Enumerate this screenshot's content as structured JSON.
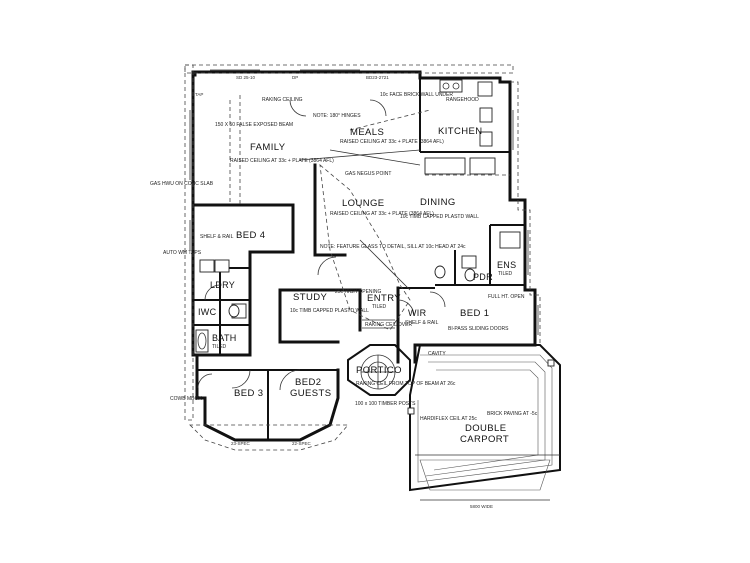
{
  "rooms": {
    "family": "FAMILY",
    "meals": "MEALS",
    "kitchen": "KITCHEN",
    "lounge": "LOUNGE",
    "dining": "DINING",
    "bed4": "BED 4",
    "ldry": "LDRY",
    "study": "STUDY",
    "entry": "ENTRY",
    "wir": "WIR",
    "bed1": "BED 1",
    "ens": "ENS",
    "pdr": "PDR",
    "iwc": "IWC",
    "bath": "BATH",
    "bed3": "BED 3",
    "bed2": "BED2",
    "guests": "GUESTS",
    "portico": "PORTICO",
    "double": "DOUBLE",
    "carport": "CARPORT"
  },
  "notes": {
    "sd_top": "SD 25-10",
    "dp_top": "DP",
    "bd_top": "BD23-2721",
    "wall_tap": "TAP",
    "raking_ceiling": "RAKING CEILING",
    "note_hinges": "NOTE: 180° HINGES",
    "false_beam": "150 X 50 FALSE EXPOSED BEAM",
    "family_ceiling": "RAISED CEILING AT 33c + PLATE (3864 AFL)",
    "meals_ceiling": "RAISED CEILING AT 33c + PLATE (3864 AFL)",
    "face_brick": "10c FACE BRICK WALL UNDER",
    "rangehood": "RANGEHOOD",
    "gas_niche": "GAS NEGUS POINT",
    "lounge_ceiling": "RAISED CEILING AT 33c + PLATE (3864 AFL)",
    "timb_capped": "10c TIMB CAPPED PLASTD WALL",
    "feature_glass": "NOTE: FEATURE GLASS TO DETAIL, SILL AT 10c HEAD AT 24c",
    "gas_hwu": "GAS HWU ON CONC SLAB",
    "shelf_rail": "SHELF & RAIL",
    "auto_wm": "AUTO WM TAPS",
    "study_opening": "25c HIGH OPENING",
    "study_wall": "10c TIMB CAPPED PLASTD WALL",
    "entry_tiled": "TILED",
    "raking_over": "RAKING CEIL OVER",
    "bypass": "BI-PASS SLIDING DOORS",
    "cavity": "CAVITY",
    "wir_shelf": "SHELF & RAIL",
    "ens_tiled": "TILED",
    "full_ht": "FULL HT. OPEN",
    "portico_ceil": "RAKING CEIL FROM TOP OF BEAM AT 26c",
    "timber_posts": "100 x 100 TIMBER POSTS",
    "hardiflex": "HARDIFLEX CEIL AT 25c",
    "brick_paving": "BRICK PAVING AT -5c",
    "carport_wide": "5800 WIDE",
    "spec1": "23-SPEC",
    "spec2": "22-SPEC",
    "cowb": "COWB MBOX",
    "tiled_bath": "TILED"
  }
}
